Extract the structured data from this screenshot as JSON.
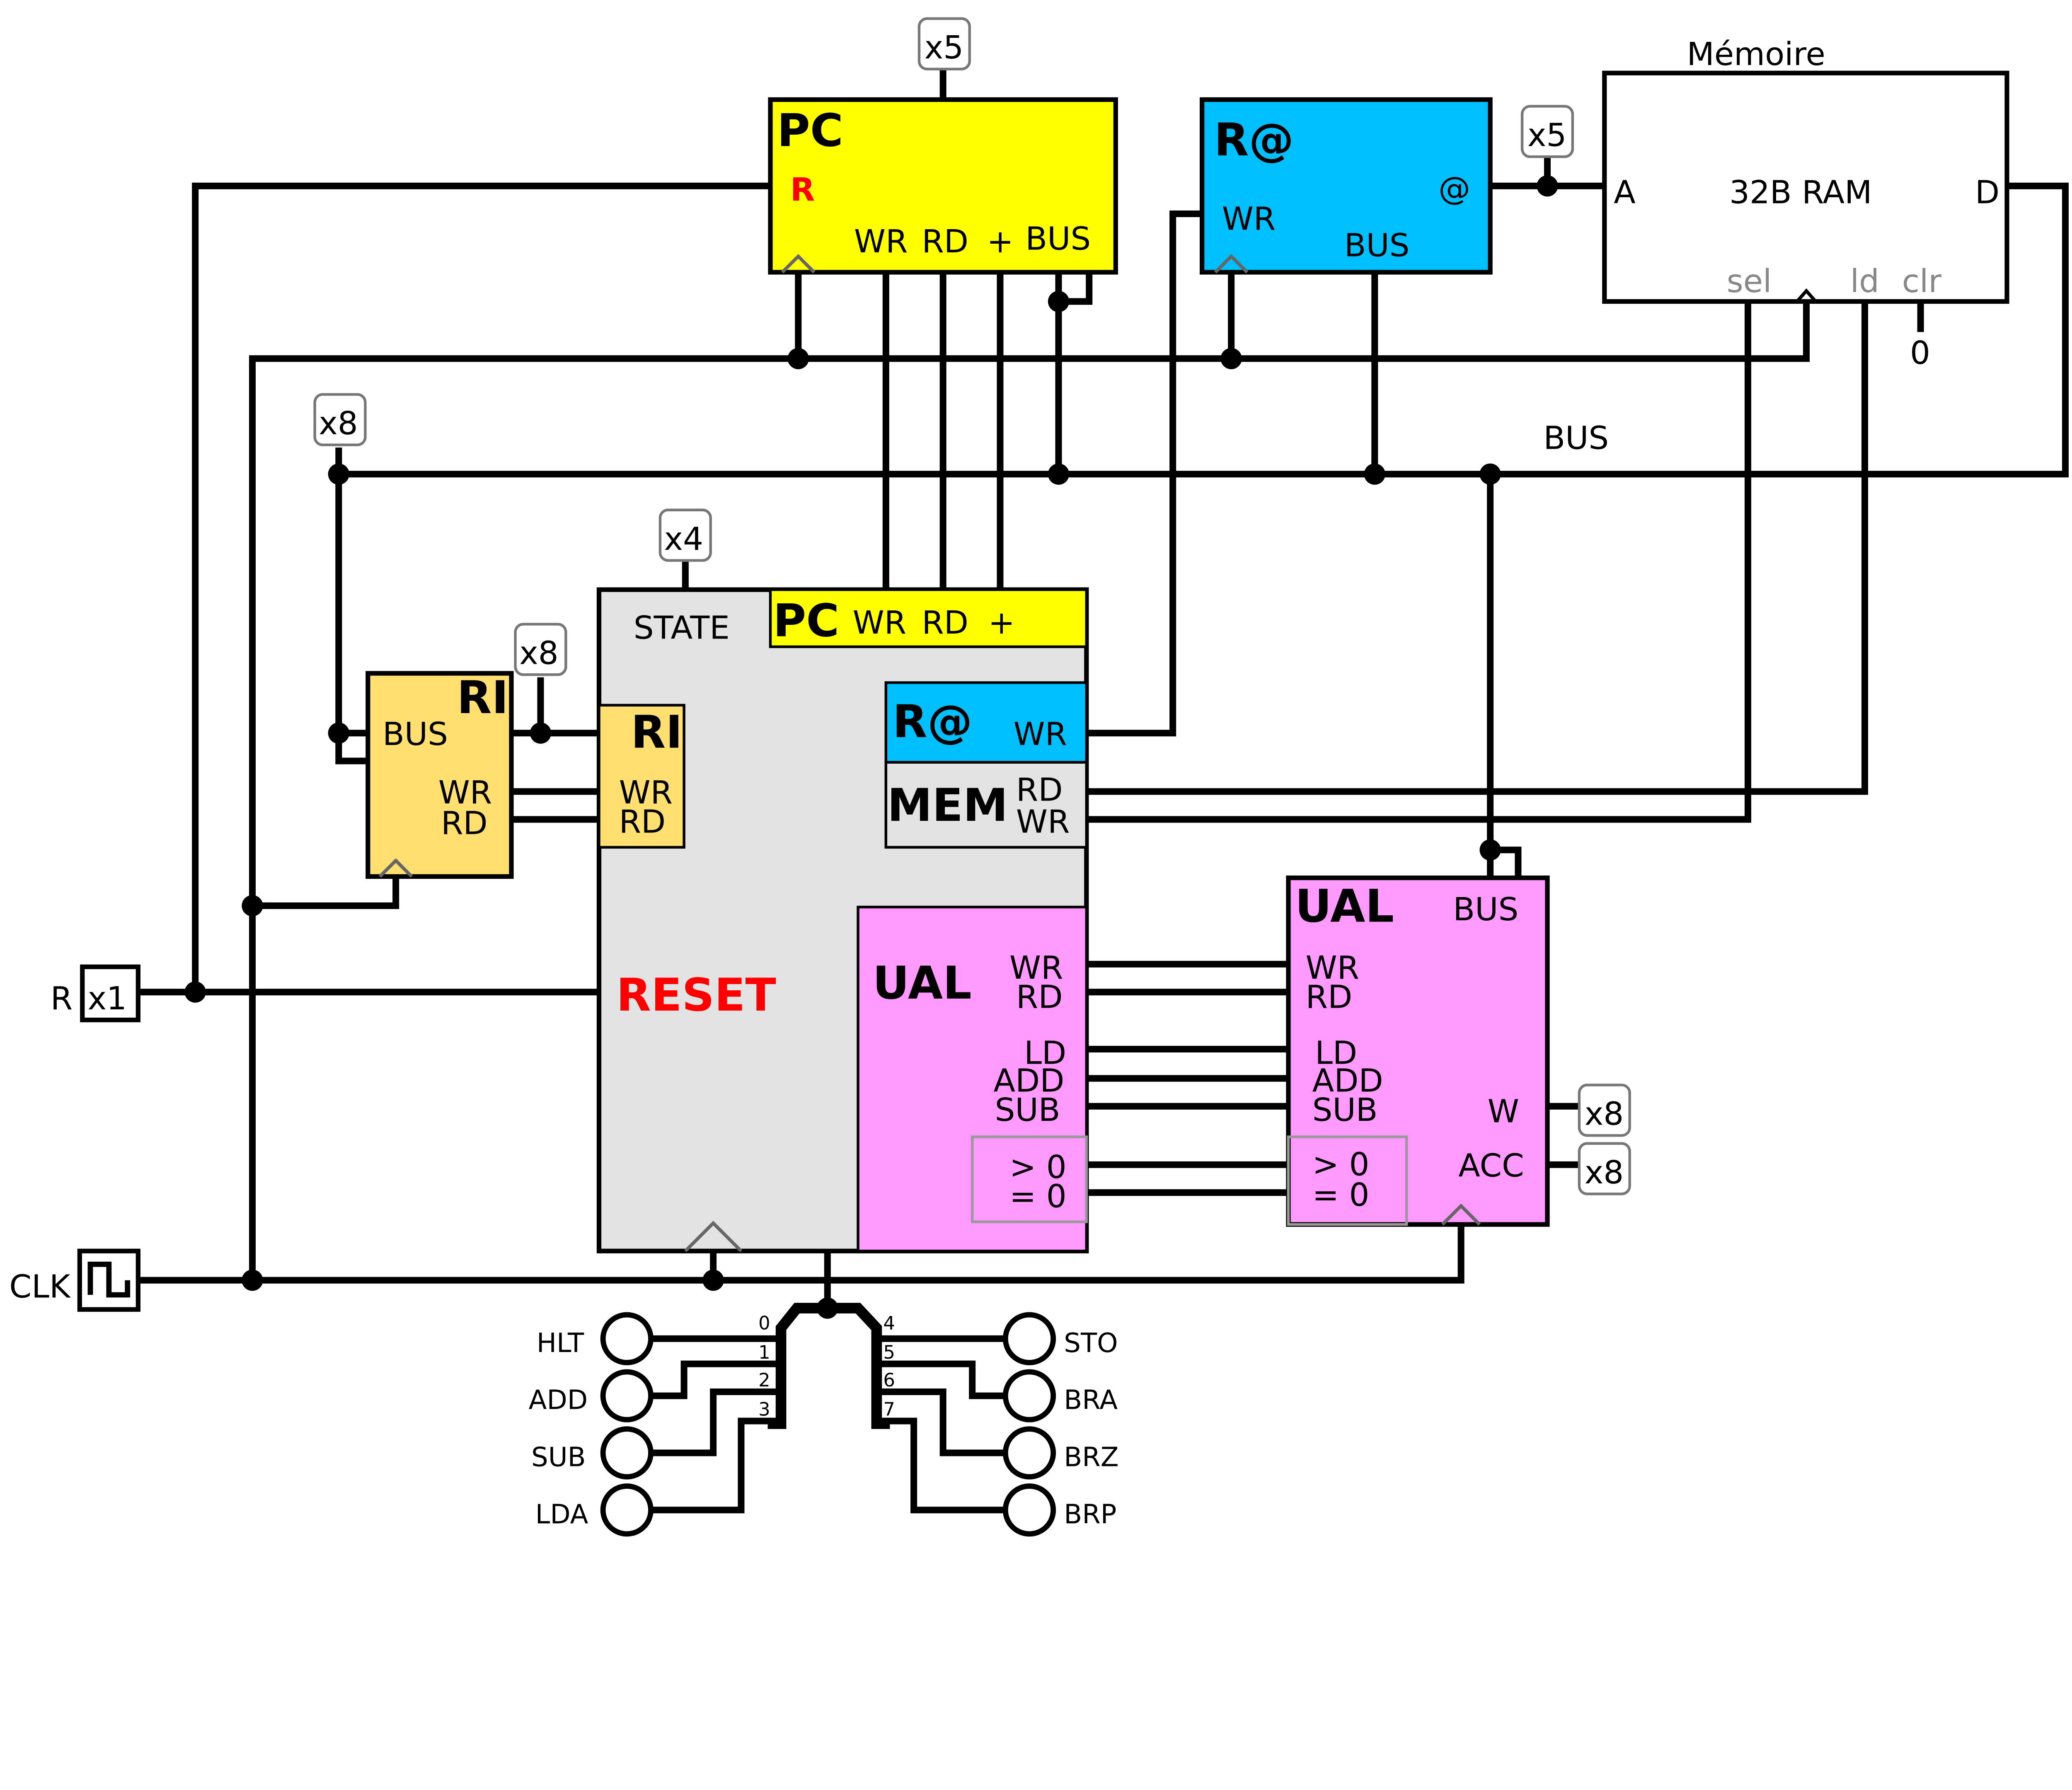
{
  "colors": {
    "pc": "#ffff00",
    "raddr": "#00bfff",
    "ri": "#ffdf6f",
    "state": "#e3e3e3",
    "ual": "#ff99ff",
    "reset": "#ff0000"
  },
  "pc": {
    "title": "PC",
    "reset": "R",
    "wr": "WR",
    "rd": "RD",
    "inc": "+",
    "bus": "BUS",
    "width": "x5"
  },
  "raddr": {
    "title": "R@",
    "wr": "WR",
    "bus": "BUS",
    "addr": "@",
    "width": "x5"
  },
  "memory": {
    "title": "Mémoire",
    "type": "32B RAM",
    "a": "A",
    "d": "D",
    "sel": "sel",
    "ld": "ld",
    "clr": "clr",
    "clr_value": "0"
  },
  "bus_label": "BUS",
  "ri": {
    "title": "RI",
    "bus": "BUS",
    "wr": "WR",
    "rd": "RD",
    "bus_width": "x8",
    "in_width": "x8"
  },
  "state": {
    "title": "STATE",
    "width": "x4",
    "reset": "RESET",
    "pc": {
      "title": "PC",
      "wr": "WR",
      "rd": "RD",
      "inc": "+"
    },
    "ri": {
      "title": "RI",
      "wr": "WR",
      "rd": "RD"
    },
    "raddr": {
      "title": "R@",
      "wr": "WR"
    },
    "mem": {
      "title": "MEM",
      "rd": "RD",
      "wr": "WR"
    },
    "ual": {
      "title": "UAL",
      "wr": "WR",
      "rd": "RD",
      "ld": "LD",
      "add": "ADD",
      "sub": "SUB",
      "gt": "> 0",
      "eq": "= 0"
    }
  },
  "ual": {
    "title": "UAL",
    "bus": "BUS",
    "wr": "WR",
    "rd": "RD",
    "ld": "LD",
    "add": "ADD",
    "sub": "SUB",
    "gt": "> 0",
    "eq": "= 0",
    "w": "W",
    "acc": "ACC",
    "w_width": "x8",
    "acc_width": "x8"
  },
  "inputs": {
    "reset_label": "R",
    "reset_width": "x1",
    "clock_label": "CLK"
  },
  "decoder": {
    "bits": [
      "0",
      "1",
      "2",
      "3",
      "4",
      "5",
      "6",
      "7"
    ],
    "left": [
      "HLT",
      "ADD",
      "SUB",
      "LDA"
    ],
    "right": [
      "STO",
      "BRA",
      "BRZ",
      "BRP"
    ]
  }
}
